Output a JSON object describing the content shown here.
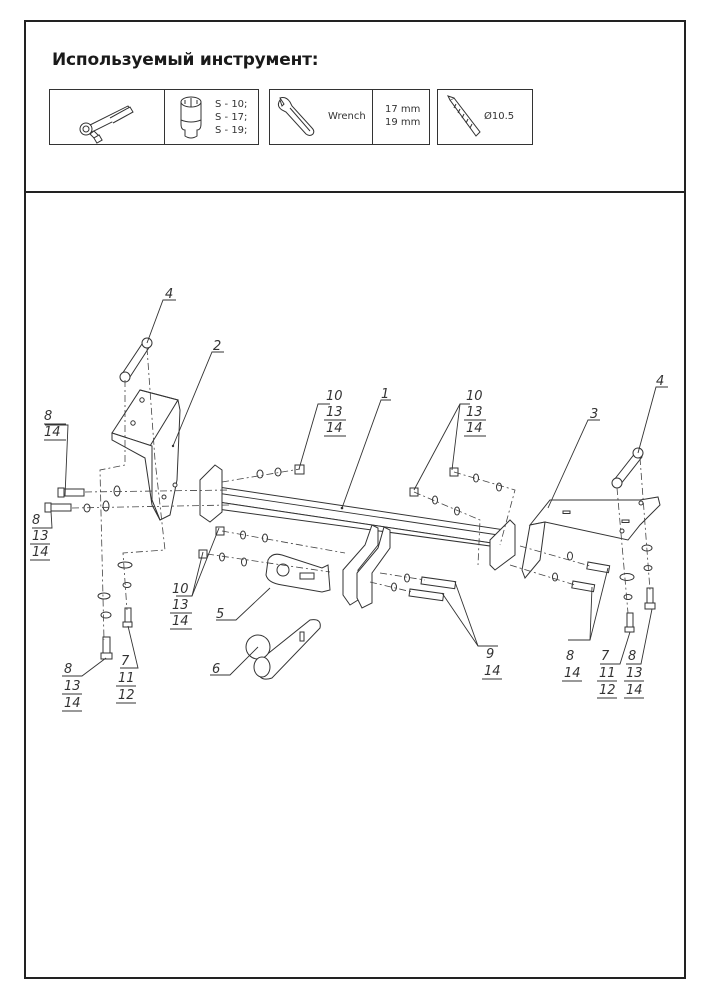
{
  "header": {
    "title": "Используемый инструмент:"
  },
  "tools": [
    {
      "name": "ratchet-with-sockets",
      "icon": "ratchet-icon",
      "secondary_icon": "socket-icon",
      "sizes": [
        "S - 10;",
        "S - 17;",
        "S - 19;"
      ]
    },
    {
      "name": "wrench",
      "icon": "wrench-icon",
      "label": "Wrench",
      "sizes": [
        "17 mm",
        "19 mm"
      ]
    },
    {
      "name": "drill-bit",
      "icon": "drill-bit-icon",
      "label": "Ø10.5"
    }
  ],
  "diagram": {
    "part_labels": {
      "p1": "1",
      "p2": "2",
      "p3": "3",
      "p4_left": "4",
      "p4_right": "4",
      "p5": "5",
      "p6": "6",
      "left_top_bolt": [
        "8",
        "14"
      ],
      "left_mid_bolt": [
        "8",
        "13",
        "14"
      ],
      "left_bottom_bolt": [
        "8",
        "13",
        "14"
      ],
      "left_stud": [
        "7",
        "11",
        "12"
      ],
      "nut_top_left": [
        "10",
        "13",
        "14"
      ],
      "nut_top_right": [
        "10",
        "13",
        "14"
      ],
      "nut_lower_left": [
        "10",
        "13",
        "14"
      ],
      "center_bolts": [
        "9",
        "14"
      ],
      "right_bolts": [
        "8",
        "14"
      ],
      "right_stud": [
        "7",
        "11",
        "12"
      ],
      "right_bottom_bolt": [
        "8",
        "13",
        "14"
      ]
    }
  }
}
